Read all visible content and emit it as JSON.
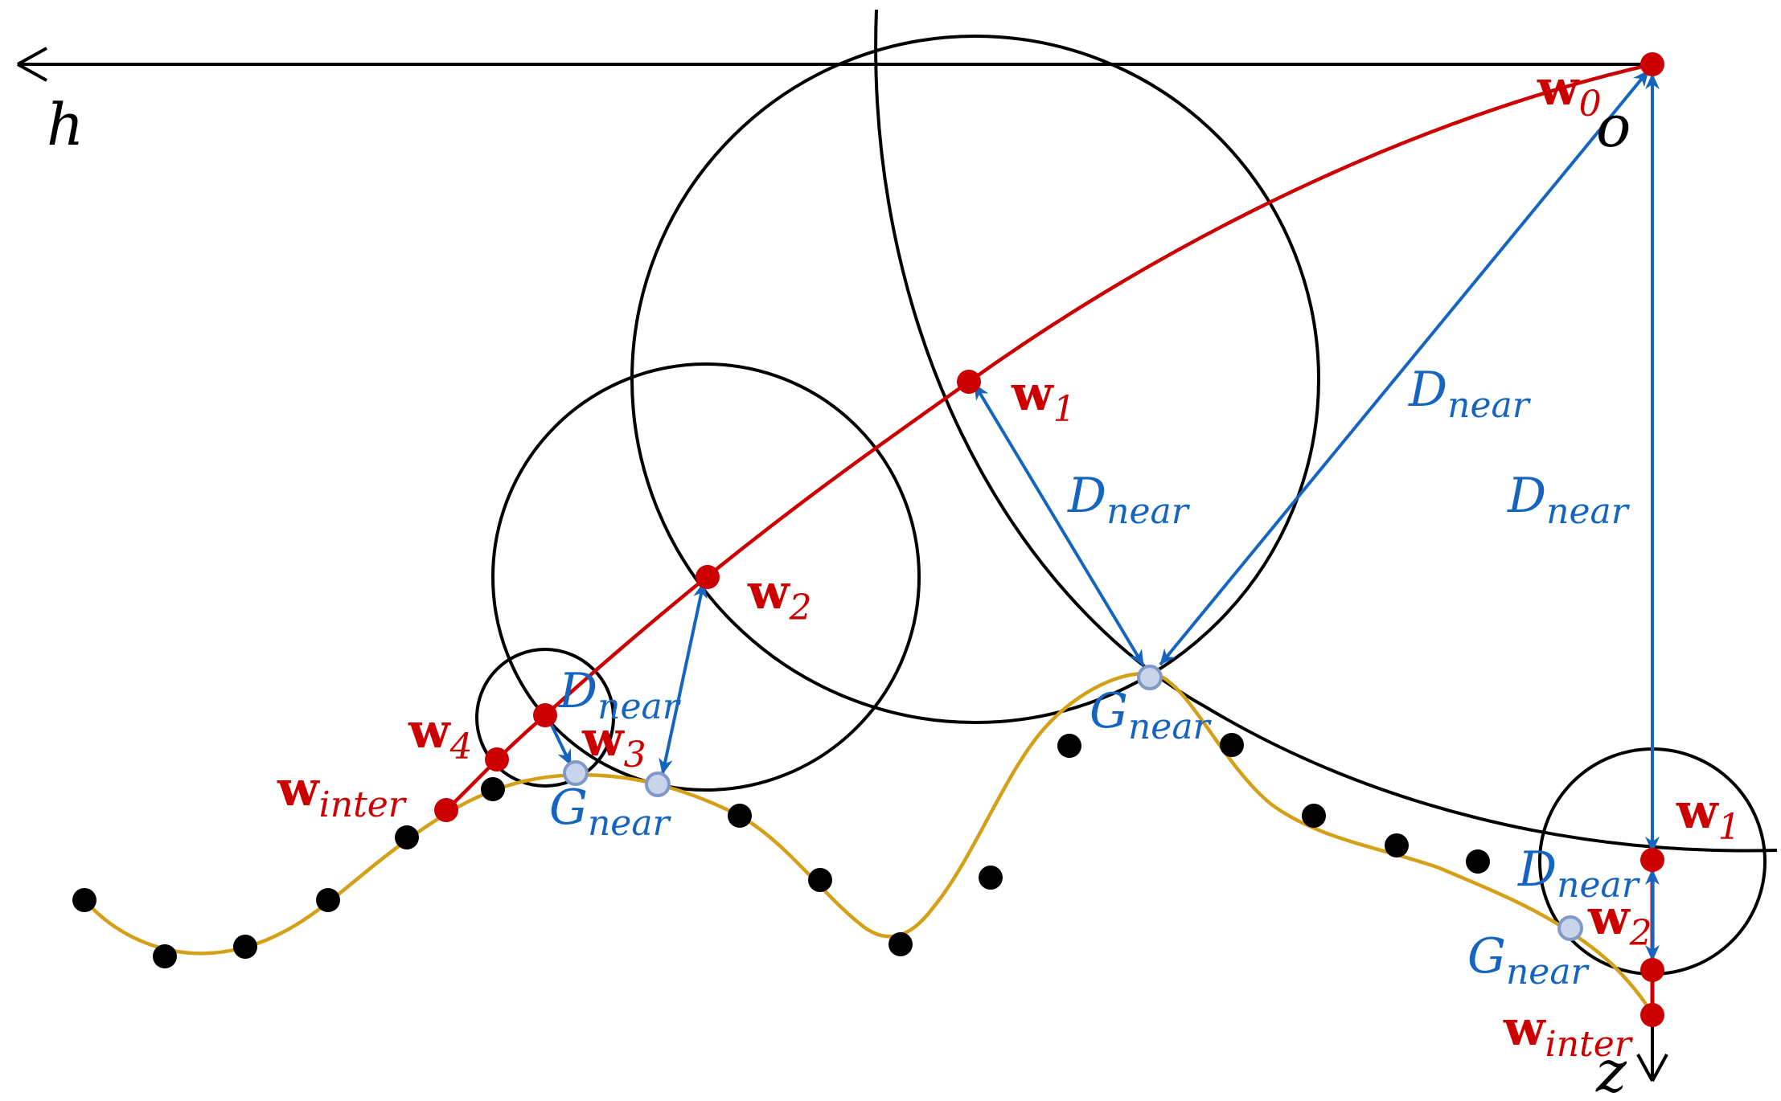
{
  "colors": {
    "axis": "#000000",
    "trajectory": "#cc0000",
    "ground": "#d4a017",
    "arrow": "#1565c0",
    "ground_point_fill": "#c8d4ea",
    "ground_point_stroke": "#8099c8"
  },
  "axes": {
    "h_label": "h",
    "z_label": "z",
    "origin_label": "o"
  },
  "left_trajectory": {
    "w0": {
      "bold": "w",
      "sub": "0"
    },
    "w1": {
      "bold": "w",
      "sub": "1"
    },
    "w2": {
      "bold": "w",
      "sub": "2"
    },
    "w3": {
      "bold": "w",
      "sub": "3"
    },
    "w4": {
      "bold": "w",
      "sub": "4"
    },
    "winter": {
      "bold": "w",
      "sub": "inter"
    }
  },
  "right_trajectory": {
    "w1": {
      "bold": "w",
      "sub": "1"
    },
    "w2": {
      "bold": "w",
      "sub": "2"
    },
    "winter": {
      "bold": "w",
      "sub": "inter"
    }
  },
  "distance_labels": [
    {
      "main": "D",
      "sub": "near"
    },
    {
      "main": "D",
      "sub": "near"
    },
    {
      "main": "D",
      "sub": "near"
    },
    {
      "main": "D",
      "sub": "near"
    },
    {
      "main": "D",
      "sub": "near"
    }
  ],
  "ground_labels": [
    {
      "main": "G",
      "sub": "near"
    },
    {
      "main": "G",
      "sub": "near"
    },
    {
      "main": "G",
      "sub": "near"
    }
  ]
}
